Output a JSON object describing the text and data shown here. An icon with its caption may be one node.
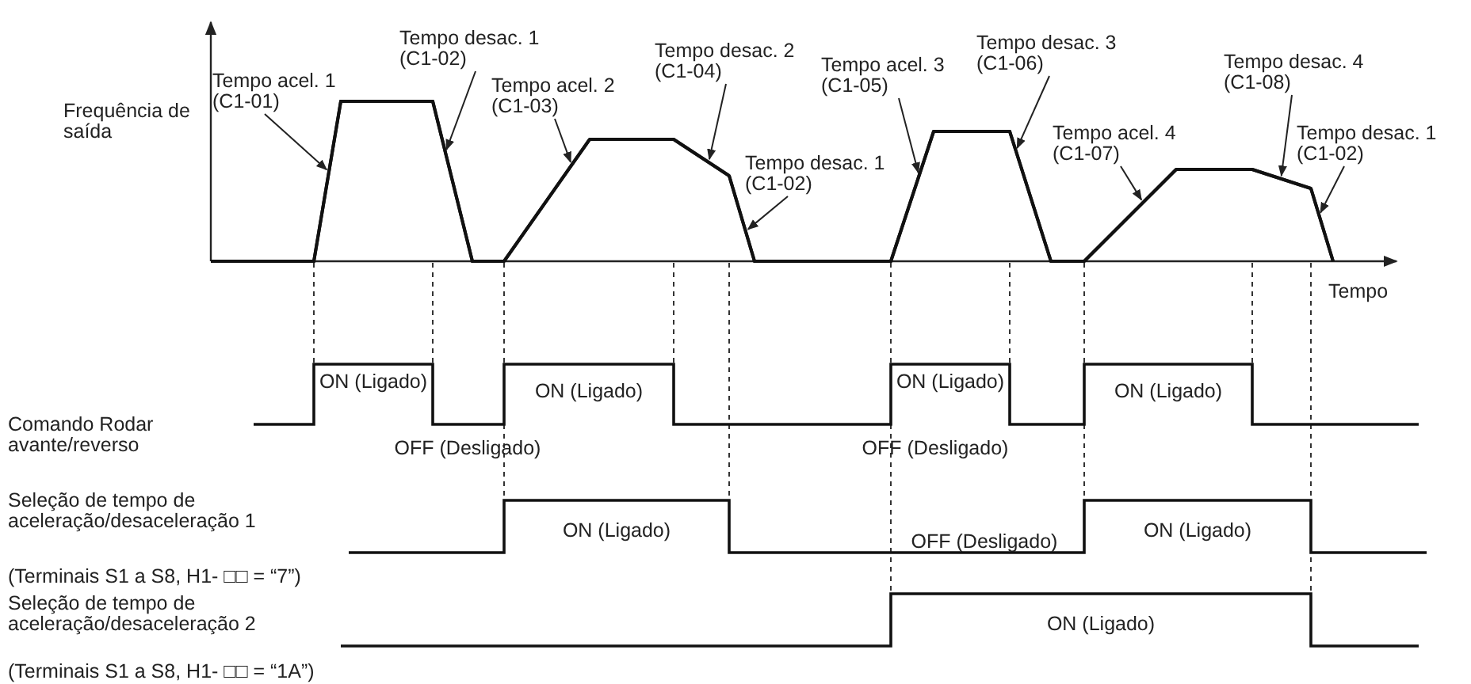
{
  "diagram": {
    "nodes": [
      {
        "text": [
          "Tempo acel. 1 (C1-01)"
        ]
      },
      {
        "text": [
          "Tempo desac. 1 (C1-02)"
        ]
      },
      {
        "text": [
          "Tempo acel. 2 (C1-03)"
        ]
      },
      {
        "text": [
          "Tempo desac. 2 (C1-04)"
        ]
      },
      {
        "text": [
          "Tempo desac. 1 (C1-02)"
        ]
      },
      {
        "text": [
          "Tempo acel. 3 (C1-05)"
        ]
      },
      {
        "text": [
          "Tempo desac. 3 (C1-06)"
        ]
      },
      {
        "text": [
          "Tempo acel. 4 (C1-07)"
        ]
      },
      {
        "text": [
          "Tempo desac. 4 (C1-08)"
        ]
      },
      {
        "text": [
          "Tempo desac. 1 (C1-02)"
        ]
      },
      {
        "text": [],
        "shape": "line"
      },
      {
        "text": [],
        "shape": "line"
      },
      {
        "text": [],
        "shape": "line"
      },
      {
        "text": [],
        "shape": "line"
      },
      {
        "text": [],
        "shape": "line"
      },
      {
        "text": [],
        "shape": "line"
      },
      {
        "text": [],
        "shape": "line"
      },
      {
        "text": [],
        "shape": "line"
      },
      {
        "text": [],
        "shape": "line"
      },
      {
        "text": [],
        "shape": "line"
      }
    ],
    "edges": [
      {
        "from": 0,
        "to": 10,
        "arrow": "to"
      },
      {
        "from": 1,
        "to": 11,
        "arrow": "to"
      },
      {
        "from": 2,
        "to": 12,
        "arrow": "to"
      },
      {
        "from": 3,
        "to": 13,
        "arrow": "to"
      },
      {
        "from": 4,
        "to": 14,
        "arrow": "to"
      },
      {
        "from": 5,
        "to": 15,
        "arrow": "to"
      },
      {
        "from": 6,
        "to": 16,
        "arrow": "to"
      },
      {
        "from": 7,
        "to": 17,
        "arrow": "to"
      },
      {
        "from": 8,
        "to": 18,
        "arrow": "to"
      },
      {
        "from": 9,
        "to": 19,
        "arrow": "to"
      }
    ],
    "labels": [
      "Frequência de saída",
      "Tempo",
      "ON (Ligado)",
      "ON (Ligado)",
      "ON (Ligado)",
      "ON (Ligado)",
      "Comando Rodar avante/reverso",
      "OFF (Desligado)",
      "OFF (Desligado)",
      "Seleção de tempo de aceleração/desaceleração 1",
      "ON (Ligado)",
      "OFF (Desligado)",
      "ON (Ligado)",
      "(Terminais S1 a S8, H1- □□ = “7”)",
      "Seleção de tempo de aceleração/desaceleração 2",
      "ON (Ligado)",
      "(Terminais S1 a S8, H1- □□ = “1A”)"
    ]
  }
}
